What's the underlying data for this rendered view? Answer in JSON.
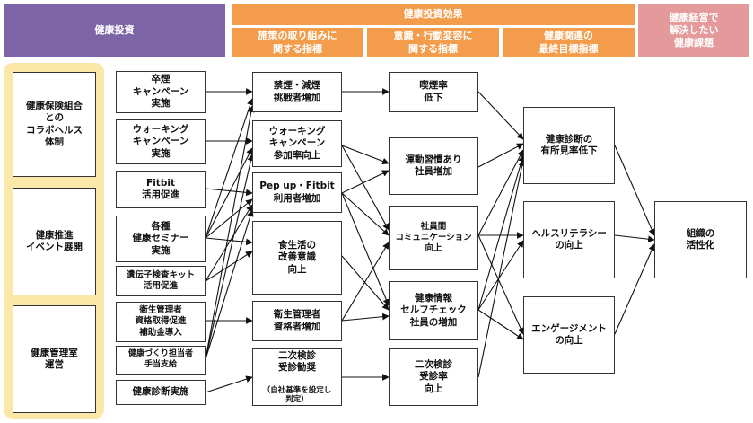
{
  "headers": {
    "investment": "健康投資",
    "effect": "健康投資効果",
    "effect_sub1": "施策の取り組みに\n関する指標",
    "effect_sub2": "意識・行動変容に\n関する指標",
    "effect_sub3": "健康関連の\n最終目標指標",
    "issues": "健康経営で\n解決したい\n健康課題"
  },
  "structures": [
    "健康保険組合\nとの\nコラボヘルス\n体制",
    "健康推進\nイベント展開",
    "健康管理室\n運営"
  ],
  "measures": [
    "卒煙\nキャンペーン\n実施",
    "ウォーキング\nキャンペーン\n実施",
    "Fitbit\n活用促進",
    "各種\n健康セミナー\n実施",
    "遺伝子検査キット\n活用促進",
    "衛生管理者\n資格取得促進\n補助金導入",
    "健康づくり担当者\n手当支給",
    "健康診断実施"
  ],
  "initiative_indicators": [
    {
      "text": "禁煙・減煙\n挑戦者増加",
      "note": ""
    },
    {
      "text": "ウォーキング\nキャンペーン\n参加率向上",
      "note": ""
    },
    {
      "text": "Pep up・Fitbit\n利用者増加",
      "note": ""
    },
    {
      "text": "食生活の\n改善意識\n向上",
      "note": ""
    },
    {
      "text": "衛生管理者\n資格者増加",
      "note": ""
    },
    {
      "text": "二次検診\n受診勧奨",
      "note": "（自社基準を設定し\n判定）"
    }
  ],
  "behavior_indicators": [
    "喫煙率\n低下",
    "運動習慣あり\n社員増加",
    "社員間\nコミュニケーション\n向上",
    "健康情報\nセルフチェック\n社員の増加",
    "二次検診\n受診率\n向上"
  ],
  "final_indicators": [
    "健康診断の\n有所見率低下",
    "ヘルスリテラシー\nの向上",
    "エンゲージメント\nの向上"
  ],
  "goal": "組織の\n活性化",
  "colors": {
    "purple": "#7d64a6",
    "orange": "#f39c4b",
    "pink": "#e49a9a",
    "yellow_group": "#fbe7a8"
  }
}
